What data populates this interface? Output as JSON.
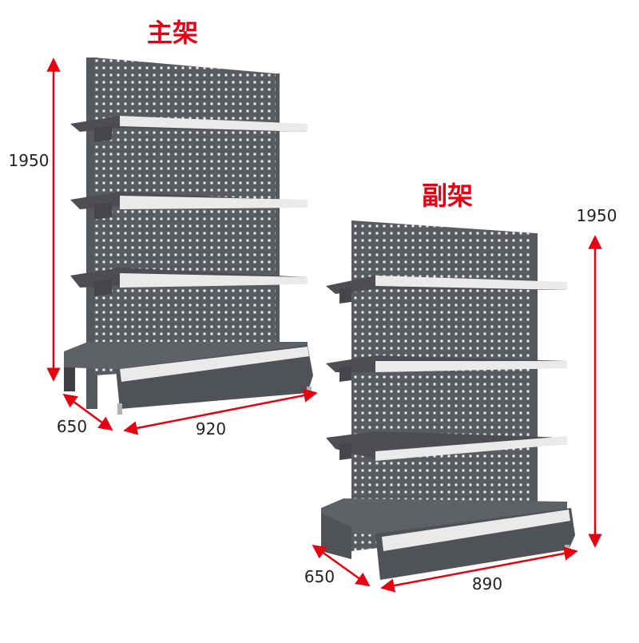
{
  "main_shelf": {
    "title": "主架",
    "height_label": "1950",
    "depth_label": "650",
    "width_label": "920"
  },
  "sub_shelf": {
    "title": "副架",
    "height_label": "1950",
    "depth_label": "650",
    "width_label": "890"
  },
  "colors": {
    "title": "#e60012",
    "dimension_arrow": "#e60012",
    "dimension_text": "#222222",
    "steel_dark": "#4a4c51",
    "steel_mid": "#5b5e63",
    "steel_light": "#6d7075",
    "shelf_lip": "#e8e8e8",
    "hole": "#ffffff"
  }
}
